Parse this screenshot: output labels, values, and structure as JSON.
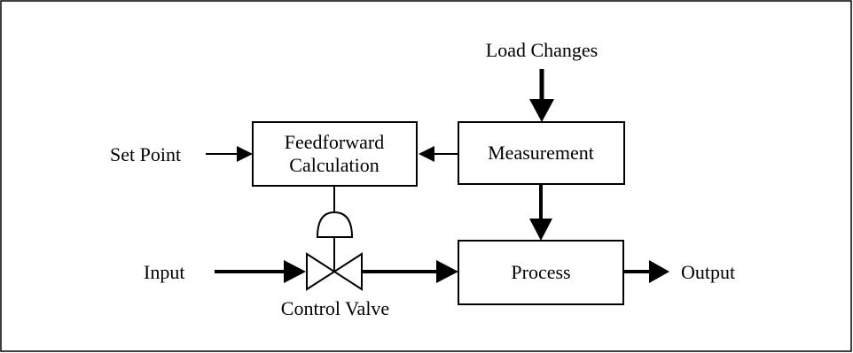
{
  "diagram": {
    "inputs": {
      "load_changes": "Load Changes",
      "set_point": "Set Point",
      "input": "Input"
    },
    "blocks": {
      "feedforward_line1": "Feedforward",
      "feedforward_line2": "Calculation",
      "measurement": "Measurement",
      "process": "Process"
    },
    "valve_label": "Control Valve",
    "output": "Output"
  }
}
